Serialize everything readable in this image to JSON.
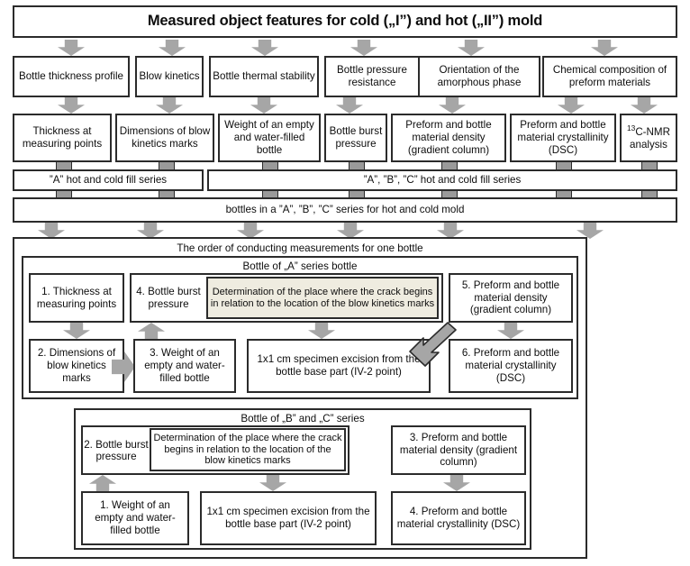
{
  "title": "Measured object features for cold („I”) and hot („II”) mold",
  "row_features": [
    "Bottle thickness profile",
    "Blow kinetics",
    "Bottle thermal stability",
    "Bottle pressure resistance",
    "Orientation of the amorphous phase",
    "Chemical composition of preform materials"
  ],
  "row_measurements": [
    "Thickness at measuring points",
    "Dimensions of blow kinetics marks",
    "Weight of an empty and water-filled bottle",
    "Bottle burst pressure",
    "Preform and bottle material density (gradient column)",
    "Preform and bottle material crystallinity (DSC)",
    "C-NMR analysis"
  ],
  "nmr_superscript": "13",
  "series_left": "”A” hot and cold fill series",
  "series_right": "”A”, ”B”, ”C” hot and cold fill series",
  "bottles_bar": "bottles in a ”A”, ”B”, ”C” series for hot and cold mold",
  "order_title": "The order of conducting measurements  for one bottle",
  "series_a": {
    "heading": "Bottle of „A” series bottle",
    "step1": "1. Thickness at measuring points",
    "step2": "2. Dimensions of blow kinetics marks",
    "step3": "3. Weight of an empty and water-filled bottle",
    "step4": "4. Bottle burst pressure",
    "determination": "Determination of the place where the crack begins in relation to the location of the blow kinetics marks",
    "excision": "1x1 cm specimen excision from the bottle base part (IV-2 point)",
    "step5": "5. Preform and bottle material density (gradient column)",
    "step6": "6. Preform and bottle material crystallinity (DSC)"
  },
  "series_bc": {
    "heading": "Bottle of „B” and „C” series",
    "step1": "1. Weight of an empty and water-filled bottle",
    "step2": "2. Bottle burst pressure",
    "determination": "Determination of the place where the crack begins in relation to the location of the blow kinetics marks",
    "excision": "1x1 cm specimen excision from the bottle base part (IV-2 point)",
    "step3": "3. Preform and bottle material density (gradient column)",
    "step4": "4. Preform and bottle material crystallinity (DSC)"
  },
  "colors": {
    "border": "#2b2b2b",
    "arrow_fill": "#a6a6a6",
    "highlight_fill": "#efece0",
    "background": "#ffffff"
  }
}
